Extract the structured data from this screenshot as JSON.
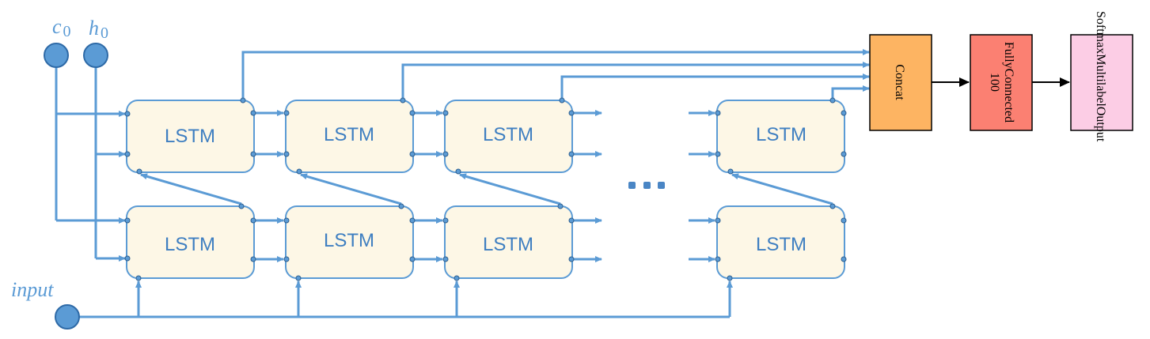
{
  "colors": {
    "line": "#5b9bd5",
    "cell_fill": "#fdf7e6",
    "concat_fill": "#fdb462",
    "fc_fill": "#fb8072",
    "softmax_fill": "#fccde5",
    "black": "#000000"
  },
  "inputs": {
    "c0": {
      "base": "c",
      "sub": "0"
    },
    "h0": {
      "base": "h",
      "sub": "0"
    },
    "input": "input"
  },
  "lstm_label": "LSTM",
  "ellipsis": "...",
  "layers": {
    "concat": "Concat",
    "fully_connected_line1": "FullyConnected",
    "fully_connected_line2": "100",
    "softmax": "SoftmaxMultilabelOutput"
  },
  "cells": [
    {
      "id": "l1-t1",
      "label": "LSTM"
    },
    {
      "id": "l1-t2",
      "label": "LSTM"
    },
    {
      "id": "l1-t3",
      "label": "LSTM"
    },
    {
      "id": "l1-tn",
      "label": "LSTM"
    },
    {
      "id": "l2-t1",
      "label": "LSTM"
    },
    {
      "id": "l2-t2",
      "label": "LSTM"
    },
    {
      "id": "l2-t3",
      "label": "LSTM"
    },
    {
      "id": "l2-tn",
      "label": "LSTM"
    }
  ]
}
